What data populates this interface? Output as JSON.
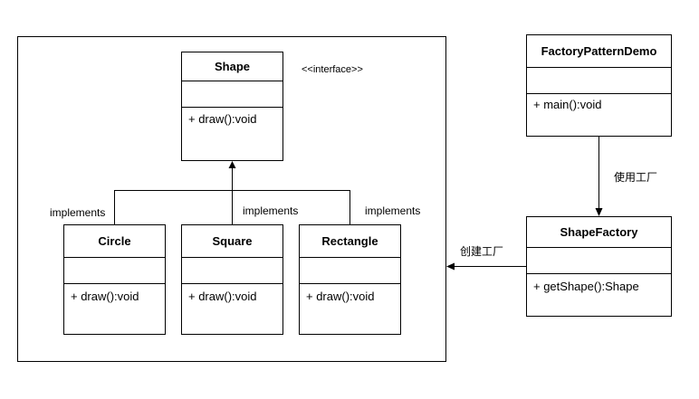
{
  "classes": {
    "shape": {
      "name": "Shape",
      "stereotype": "<<interface>>",
      "operation": "+ draw():void"
    },
    "circle": {
      "name": "Circle",
      "operation": "+ draw():void"
    },
    "square": {
      "name": "Square",
      "operation": "+ draw():void"
    },
    "rectangle": {
      "name": "Rectangle",
      "operation": "+ draw():void"
    },
    "demo": {
      "name": "FactoryPatternDemo",
      "operation": "+ main():void"
    },
    "factory": {
      "name": "ShapeFactory",
      "operation": "+ getShape():Shape"
    }
  },
  "edges": {
    "circle_label": "implements",
    "square_label": "implements",
    "rectangle_label": "implements",
    "uses_label": "使用工厂",
    "creates_label": "创建工厂"
  }
}
